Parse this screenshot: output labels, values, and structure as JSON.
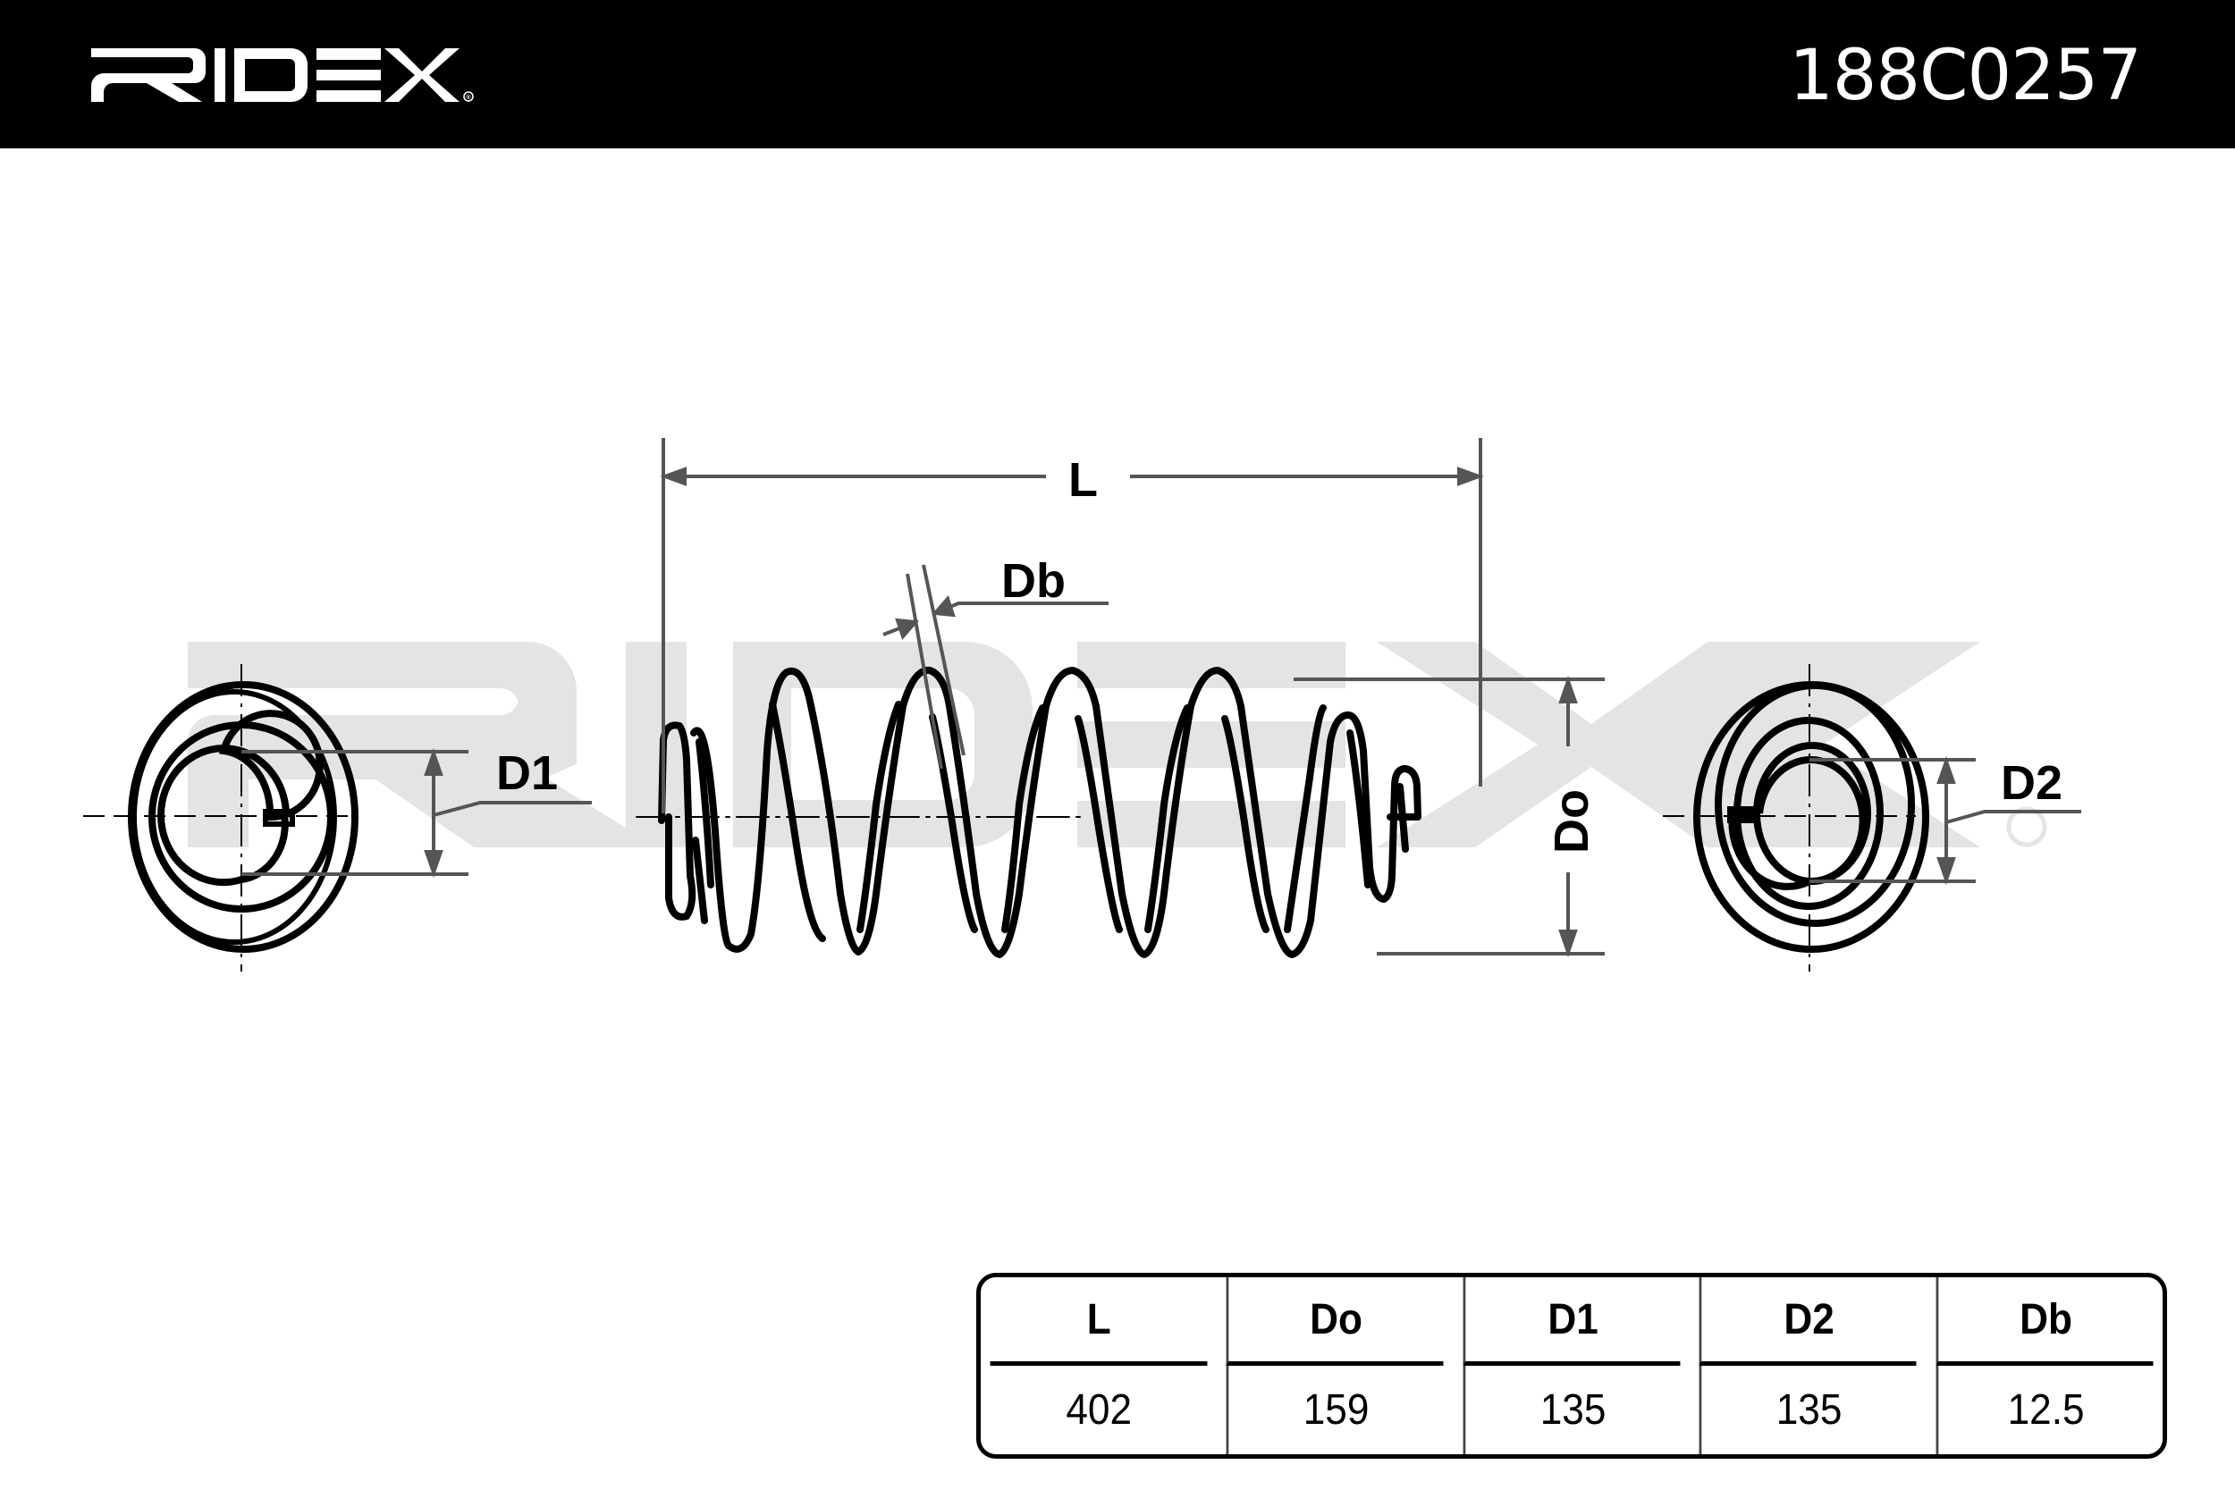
{
  "header": {
    "brand": "RIDEX",
    "brand_mark": "®",
    "part_number": "188C0257",
    "background_color": "#000000",
    "text_color": "#ffffff"
  },
  "drawing": {
    "watermark_text": "RIDEX",
    "watermark_color": "#e4e4e4",
    "labels": {
      "length": "L",
      "outer_diameter": "Do",
      "inner_diameter_1": "D1",
      "inner_diameter_2": "D2",
      "wire_diameter": "Db"
    },
    "line_color": "#000000",
    "dimension_color": "#555555"
  },
  "spec_table": {
    "headers": [
      "L",
      "Do",
      "D1",
      "D2",
      "Db"
    ],
    "values": [
      "402",
      "159",
      "135",
      "135",
      "12.5"
    ]
  }
}
